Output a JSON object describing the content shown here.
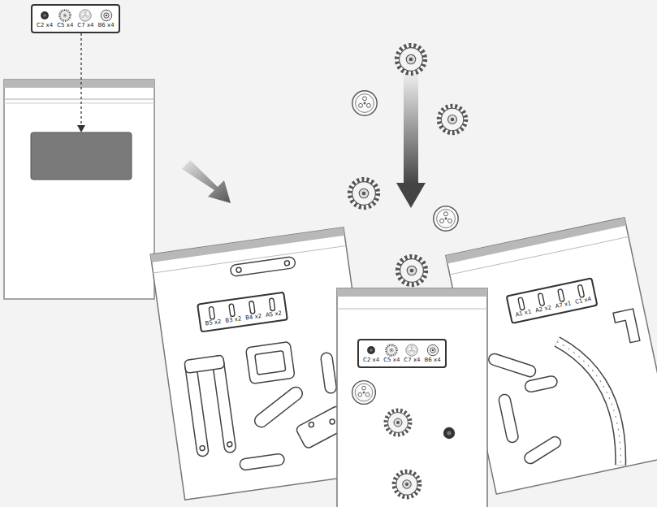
{
  "diagram": {
    "nodes": [
      {
        "text": [
          "C2 x4",
          "C5 x4",
          "C7 x4",
          "B6 x4"
        ]
      },
      {
        "text": [
          "B5 x2",
          "B3 x2",
          "B4 x2",
          "A5 x2"
        ]
      },
      {
        "text": [
          "C2 x4",
          "C5 x4",
          "C7 x4",
          "B6 x4"
        ]
      },
      {
        "text": [
          "A1 x1",
          "A2 x2",
          "A7 x1",
          "C1 x4"
        ]
      }
    ]
  }
}
